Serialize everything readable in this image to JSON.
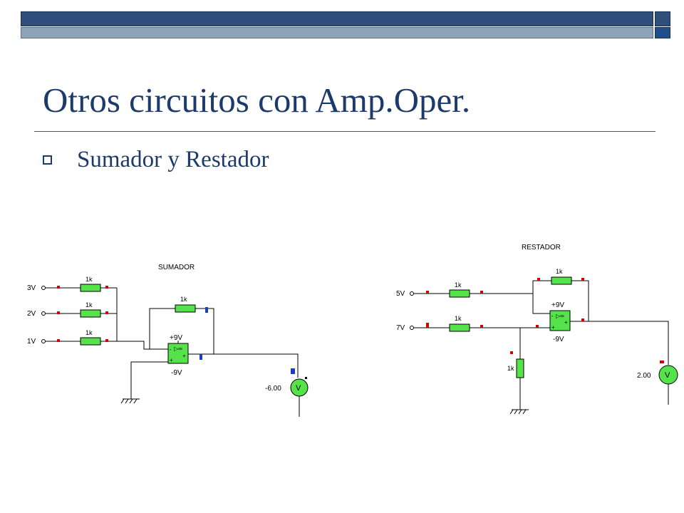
{
  "slide": {
    "title": "Otros circuitos con Amp.Oper.",
    "bullet": "Sumador y Restador"
  },
  "colors": {
    "title": "#1c3a6a",
    "bar_dark": "#2e4f7c",
    "bar_light": "#8fa3b8",
    "component_green": "#55e24a",
    "wire": "#000000",
    "red_marker": "#d40000",
    "blue_marker": "#1a3fb8"
  },
  "sumador": {
    "label": "SUMADOR",
    "inputs": [
      "3V",
      "2V",
      "1V"
    ],
    "resistor_label": "1k",
    "feedback_label": "1k",
    "supply_pos": "+9V",
    "supply_neg": "-9V",
    "opamp_symbol": "▷∞",
    "voltmeter_reading": "-6.00",
    "voltmeter_symbol": "V"
  },
  "restador": {
    "label": "RESTADOR",
    "inputs": [
      "5V",
      "7V"
    ],
    "resistor_label": "1k",
    "feedback_label": "1k",
    "ground_resistor_label": "1k",
    "supply_pos": "+9V",
    "supply_neg": "-9V",
    "opamp_symbol": "▷∞",
    "voltmeter_reading": "2.00",
    "voltmeter_symbol": "V"
  }
}
